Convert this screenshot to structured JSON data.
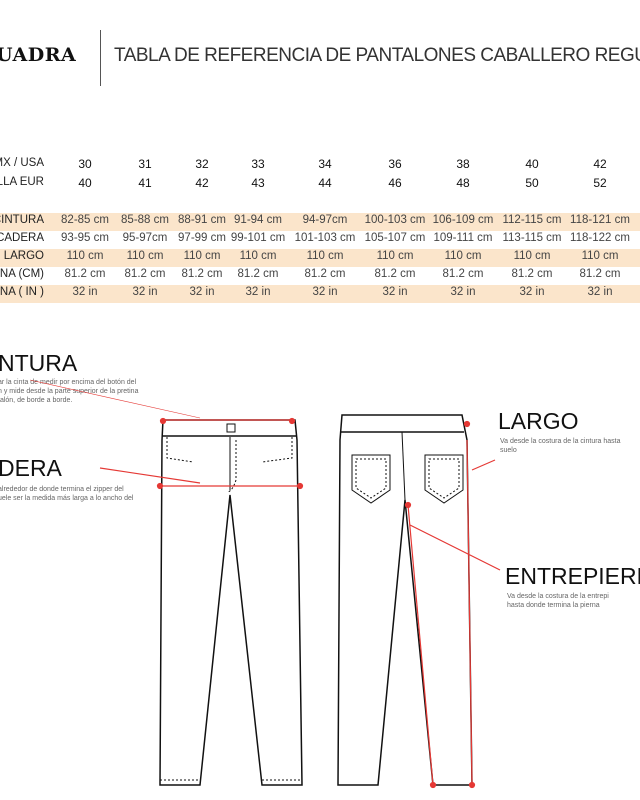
{
  "header": {
    "logo": "UADRA",
    "title": "TABLA DE REFERENCIA DE PANTALONES CABALLERO REGU"
  },
  "table": {
    "size_rows": [
      {
        "label": "MX / USA",
        "values": [
          "30",
          "31",
          "32",
          "33",
          "34",
          "36",
          "38",
          "40",
          "42"
        ]
      },
      {
        "label": "ALLA EUR",
        "values": [
          "40",
          "41",
          "42",
          "43",
          "44",
          "46",
          "48",
          "50",
          "52"
        ]
      }
    ],
    "measure_rows": [
      {
        "label": "CINTURA",
        "values": [
          "82-85 cm",
          "85-88 cm",
          "88-91 cm",
          "91-94 cm",
          "94-97cm",
          "100-103 cm",
          "106-109 cm",
          "112-115 cm",
          "118-121 cm"
        ]
      },
      {
        "label": "CADERA",
        "values": [
          "93-95 cm",
          "95-97cm",
          "97-99 cm",
          "99-101 cm",
          "101-103 cm",
          "105-107 cm",
          "109-111 cm",
          "113-115 cm",
          "118-122 cm"
        ]
      },
      {
        "label": "LARGO",
        "values": [
          "110 cm",
          "110 cm",
          "110 cm",
          "110 cm",
          "110 cm",
          "110 cm",
          "110 cm",
          "110 cm",
          "110 cm"
        ]
      },
      {
        "label": "NA (CM)",
        "values": [
          "81.2 cm",
          "81.2 cm",
          "81.2 cm",
          "81.2 cm",
          "81.2 cm",
          "81.2 cm",
          "81.2 cm",
          "81.2 cm",
          "81.2 cm"
        ]
      },
      {
        "label": "NA ( IN )",
        "values": [
          "32 in",
          "32 in",
          "32 in",
          "32 in",
          "32 in",
          "32 in",
          "32 in",
          "32 in",
          "32 in"
        ]
      }
    ]
  },
  "guide": {
    "cintura": {
      "title": "NTURA",
      "desc": [
        "ar la cinta de medir por encima del botón del",
        "n y mide desde la parte superior de la pretina",
        "talón, de borde a borde."
      ]
    },
    "cadera": {
      "title": "DERA",
      "desc": [
        "alrededor de donde termina el zipper del",
        "uele ser la medida más larga a lo ancho del"
      ]
    },
    "largo": {
      "title": "LARGO",
      "desc": [
        "Va desde la costura de la cintura hasta",
        "suelo"
      ]
    },
    "entrepierna": {
      "title": "ENTREPIERN",
      "desc": [
        "Va desde la costura de la entrepi",
        "hasta donde termina la pierna"
      ]
    }
  },
  "colors": {
    "band": "#fbe5cb",
    "marker": "#e53935"
  }
}
